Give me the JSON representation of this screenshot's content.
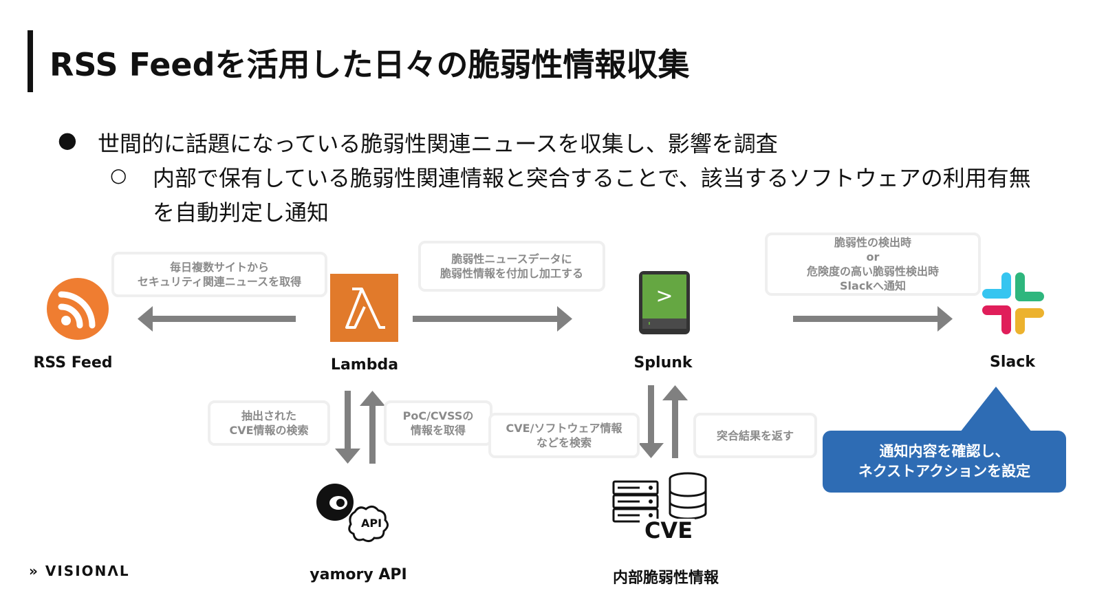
{
  "title": "RSS Feedを活用した日々の脆弱性情報収集",
  "bullets": {
    "level1_marker": "●",
    "level1": "世間的に話題になっている脆弱性関連ニュースを収集し、影響を調査",
    "level2_marker": "○",
    "level2": "内部で保有している脆弱性関連情報と突合することで、該当するソフトウェアの利用有無を自動判定し通知"
  },
  "nodes": {
    "rss": "RSS Feed",
    "lambda": "Lambda",
    "splunk": "Splunk",
    "slack": "Slack",
    "yamory": "yamory API",
    "internal": "内部脆弱性情報"
  },
  "icons": {
    "rss": "rss-icon",
    "lambda": "aws-lambda-icon",
    "lambda_glyph": "λ",
    "splunk": "splunk-terminal-icon",
    "splunk_glyph": ">",
    "slack": "slack-icon",
    "yamory": "yamory-api-icon",
    "api_glyph": "API",
    "internal": "server-database-cve-icon",
    "cve_glyph": "CVE"
  },
  "notes": {
    "rss_lambda": [
      "毎日複数サイトから",
      "セキュリティ関連ニュースを取得"
    ],
    "lambda_splunk": [
      "脆弱性ニュースデータに",
      "脆弱性情報を付加し加工する"
    ],
    "splunk_slack": [
      "脆弱性の検出時",
      "or",
      "危険度の高い脆弱性検出時",
      "Slackへ通知"
    ],
    "lambda_yamory_down": [
      "抽出された",
      "CVE情報の検索"
    ],
    "lambda_yamory_up": [
      "PoC/CVSSの",
      "情報を取得"
    ],
    "splunk_internal_down": [
      "CVE/ソフトウェア情報",
      "などを検索"
    ],
    "splunk_internal_up": [
      "突合結果を返す"
    ]
  },
  "callout": [
    "通知内容を確認し、",
    "ネクストアクションを設定"
  ],
  "brand": "VISIONΛL",
  "brand_mark": "»",
  "colors": {
    "rss": "#ef7d31",
    "lambda": "#e17a2b",
    "splunk": "#65a742",
    "arrow": "#808080",
    "callout": "#2e6cb4"
  }
}
